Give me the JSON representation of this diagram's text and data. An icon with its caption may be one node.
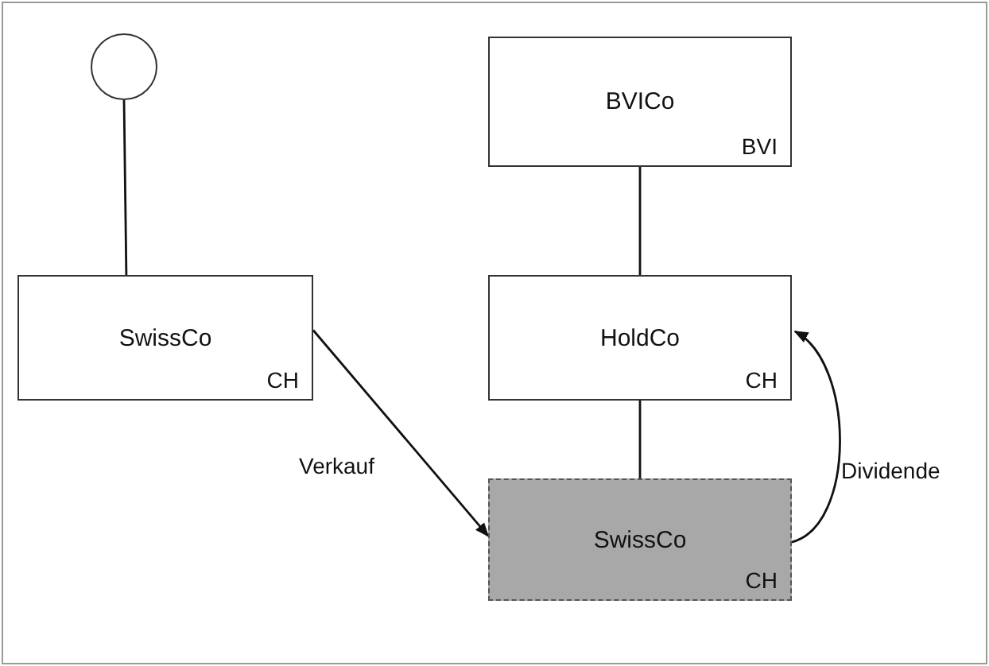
{
  "diagram": {
    "nodes": [
      {
        "text": [],
        "shape": "circle"
      },
      {
        "text": [
          "SwissCo",
          "CH"
        ]
      },
      {
        "text": [
          "BVICo",
          "BVI"
        ]
      },
      {
        "text": [
          "HoldCo",
          "CH"
        ]
      },
      {
        "text": [
          "SwissCo",
          "CH"
        ]
      }
    ],
    "edges": [
      {
        "from": 0,
        "to": 1,
        "arrow": "none"
      },
      {
        "from": 2,
        "to": 3,
        "arrow": "none"
      },
      {
        "from": 3,
        "to": 4,
        "arrow": "none"
      },
      {
        "from": 1,
        "to": 4,
        "arrow": "to",
        "label": "Verkauf"
      },
      {
        "from": 4,
        "to": 3,
        "arrow": "to",
        "label": "Dividende"
      }
    ]
  }
}
